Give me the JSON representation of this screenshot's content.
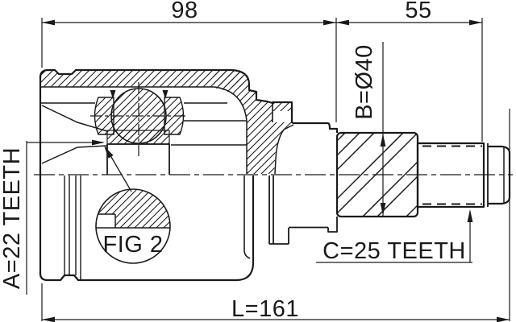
{
  "drawing": {
    "background": "#ffffff",
    "line_color": "#1a1a1a",
    "labels": {
      "dim_housing_length": "98",
      "dim_shaft_length": "55",
      "dim_spline_diameter": "B=Ø40",
      "inner_spline_teeth": "A=22 TEETH",
      "detail_reference": "FIG 2",
      "outer_spline_teeth": "C=25 TEETH",
      "dim_total_length": "L=161"
    }
  }
}
